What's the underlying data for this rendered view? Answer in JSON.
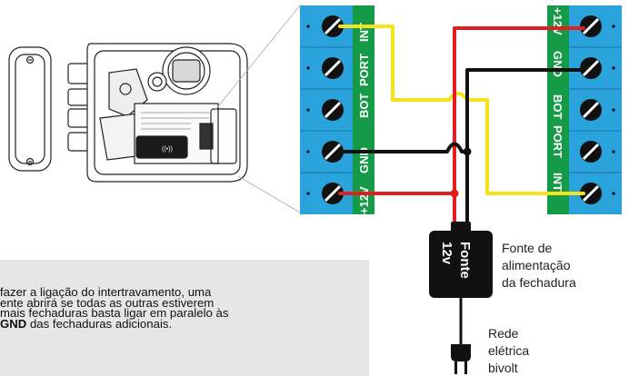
{
  "terminal_left": [
    "+12V",
    "GND",
    "BOT",
    "PORT",
    "INT"
  ],
  "terminal_right": [
    "+12V",
    "GND",
    "BOT",
    "PORT",
    "INT"
  ],
  "labels": {
    "fonte_title_line1": "Fonte",
    "fonte_title_line2": "12v",
    "fonte_caption_line1": "Fonte de",
    "fonte_caption_line2": "alimentação",
    "fonte_caption_line3": "da fechadura",
    "rede_line1": "Rede",
    "rede_line2": "elétrica",
    "rede_line3": "bivolt"
  },
  "note": {
    "line1": "fazer a ligação do intertravamento, uma",
    "line2": "ente abrirá se todas as outras estiverem",
    "line3": "mais fechaduras basta ligar em paralelo às",
    "line4_bold": "GND",
    "line4_rest": " das fechaduras adicionais."
  },
  "colors": {
    "terminal_blue": "#2aa3dc",
    "terminal_green": "#159a48",
    "wire_red": "#e02020",
    "wire_black": "#111111",
    "wire_yellow": "#f4e21a"
  },
  "icons": [
    "lock-device-illustration",
    "screw-terminal-icon",
    "power-plug-icon",
    "power-adapter-icon"
  ]
}
